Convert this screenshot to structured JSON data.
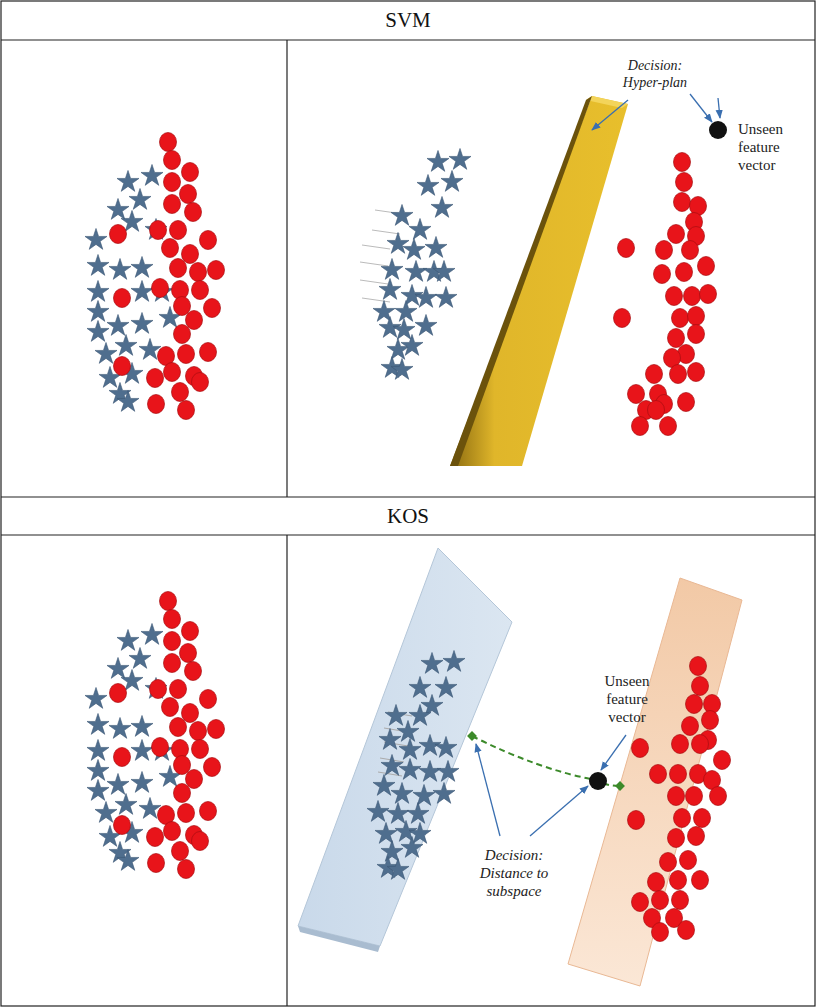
{
  "diagram": {
    "nodes": [
      {
        "text": [
          "SVM"
        ]
      },
      {
        "text": [
          "KOS"
        ]
      }
    ],
    "labels": [
      "Decision: Hyper-plan",
      "Unseen feature vector",
      "Unseen feature vector",
      "Decision: Distance to subspace"
    ]
  }
}
